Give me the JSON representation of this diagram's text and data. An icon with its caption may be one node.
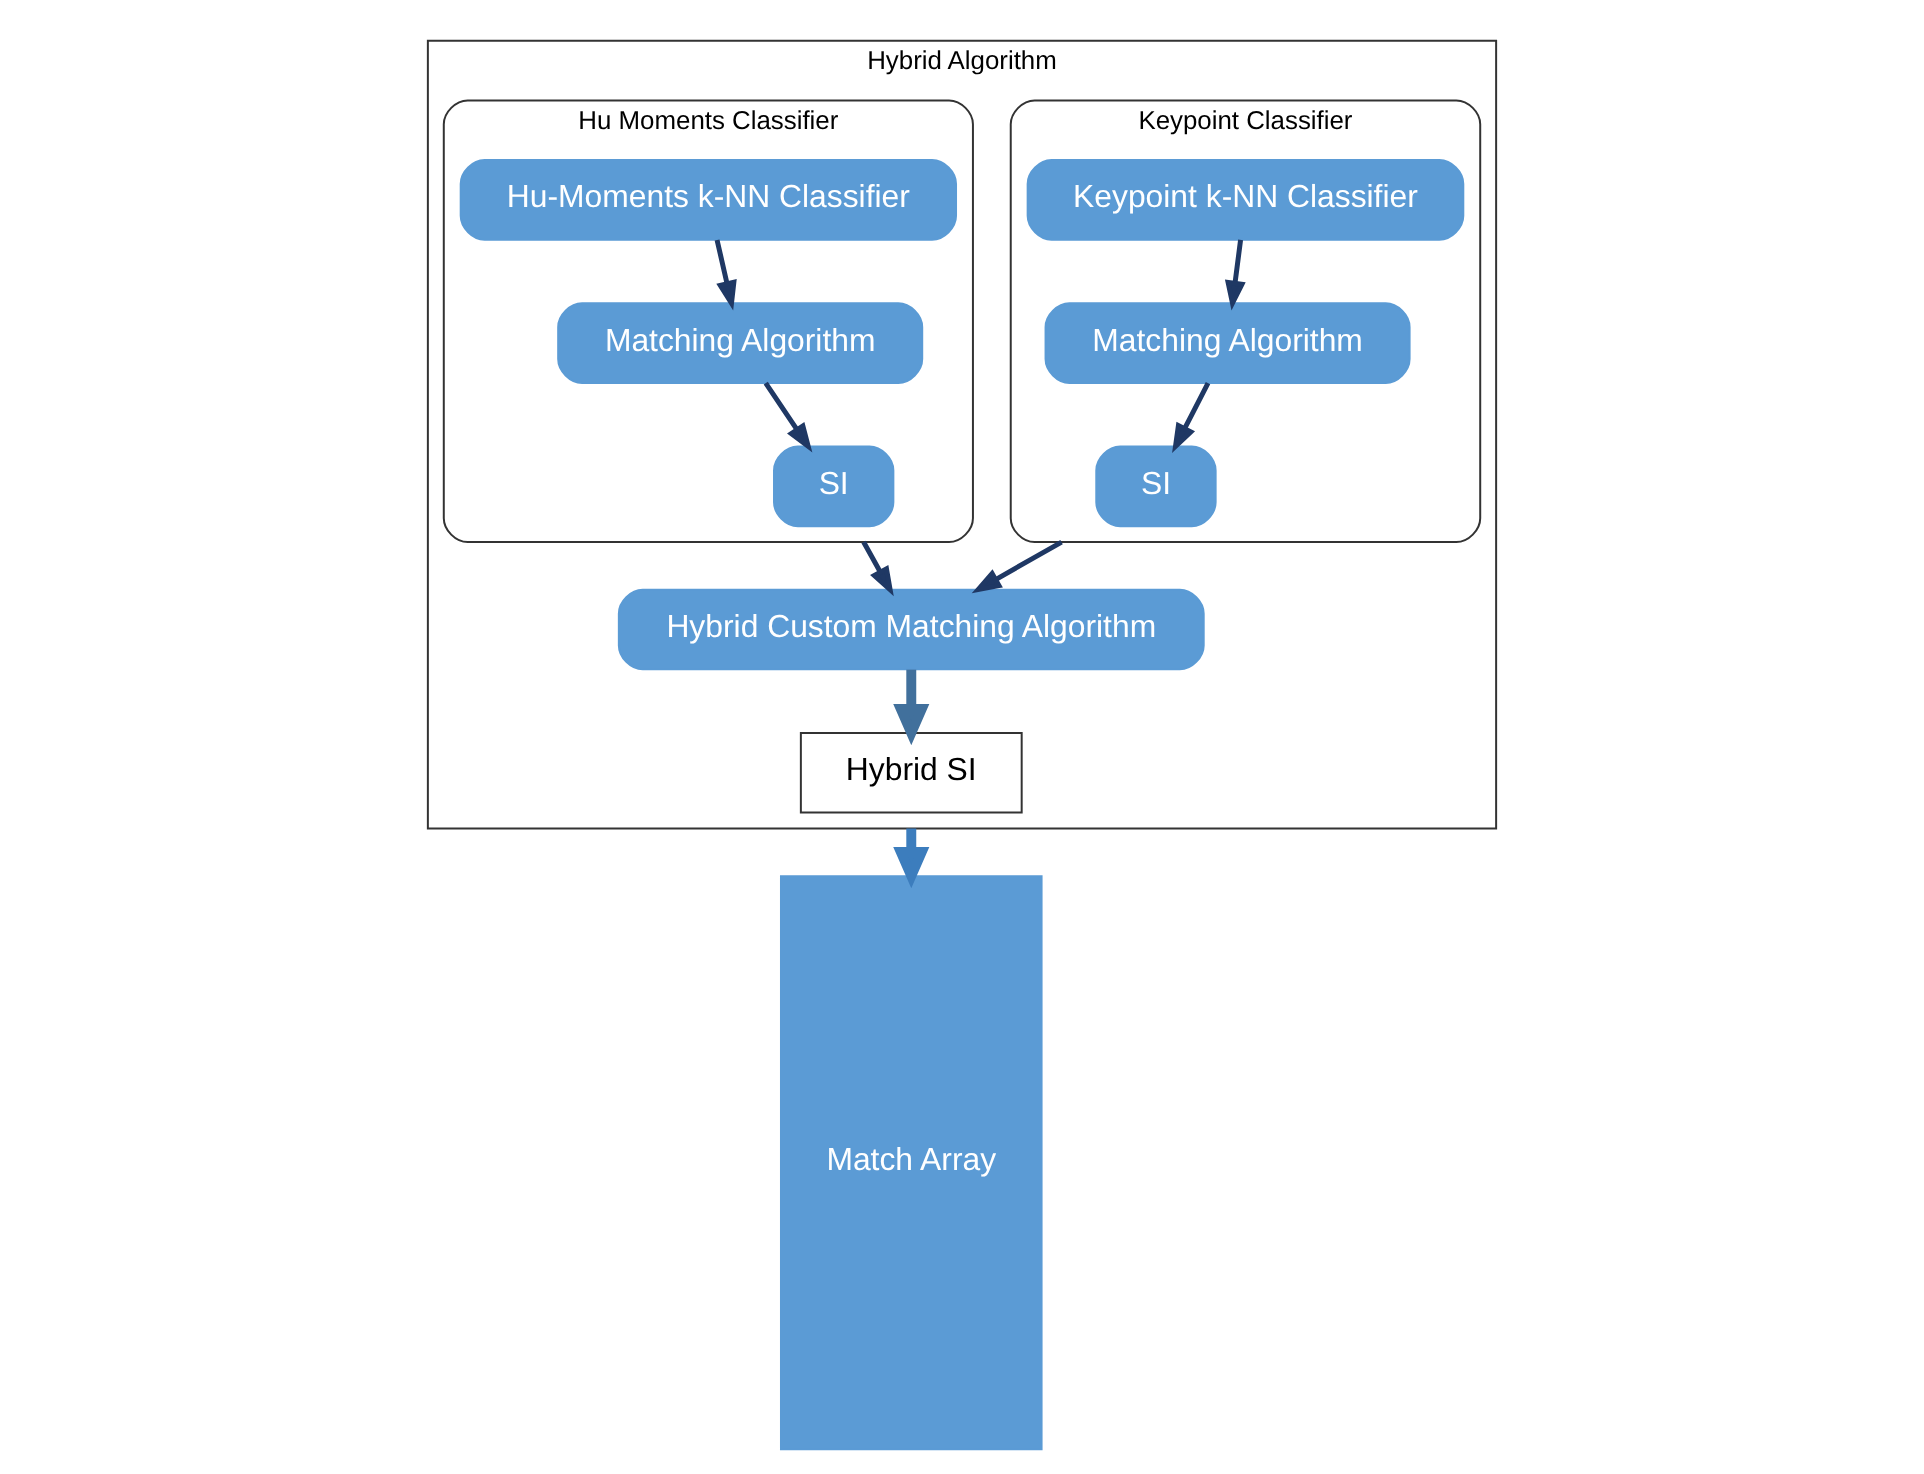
{
  "diagram": {
    "nodes": [
      {
        "text": [
          "Hybrid Algorithm"
        ]
      },
      {
        "text": [
          "Keypoint Classifier"
        ],
        "in": 0
      },
      {
        "text": [
          "Keypoint k-NN Classifier"
        ],
        "in": 1
      },
      {
        "text": [
          "Matching Algorithm"
        ],
        "in": 1
      },
      {
        "text": [
          "SI"
        ],
        "in": 1
      },
      {
        "text": [
          "Hu Moments Classifier"
        ],
        "in": 0
      },
      {
        "text": [
          "Hu-Moments k-NN Classifier"
        ],
        "in": 5
      },
      {
        "text": [
          "Matching Algorithm"
        ],
        "in": 5
      },
      {
        "text": [
          "SI"
        ],
        "in": 5
      },
      {
        "text": [
          "Hybrid Custom Matching Algorithm"
        ],
        "in": 0
      },
      {
        "text": [
          "Hybrid SI"
        ],
        "in": 0
      },
      {
        "text": [
          "Match Array"
        ]
      }
    ],
    "edges": [
      {
        "from": 2,
        "to": 3,
        "arrow": "to"
      },
      {
        "from": 3,
        "to": 4,
        "arrow": "to"
      },
      {
        "from": 6,
        "to": 7,
        "arrow": "to"
      },
      {
        "from": 7,
        "to": 8,
        "arrow": "to"
      },
      {
        "from": 1,
        "to": 9,
        "arrow": "to"
      },
      {
        "from": 5,
        "to": 9,
        "arrow": "to"
      },
      {
        "from": 9,
        "to": 10,
        "arrow": "to",
        "style": "thick",
        "color": "#41709c"
      },
      {
        "from": 0,
        "to": 11,
        "arrow": "to",
        "style": "thick",
        "color": "#3c7dbd"
      }
    ]
  }
}
